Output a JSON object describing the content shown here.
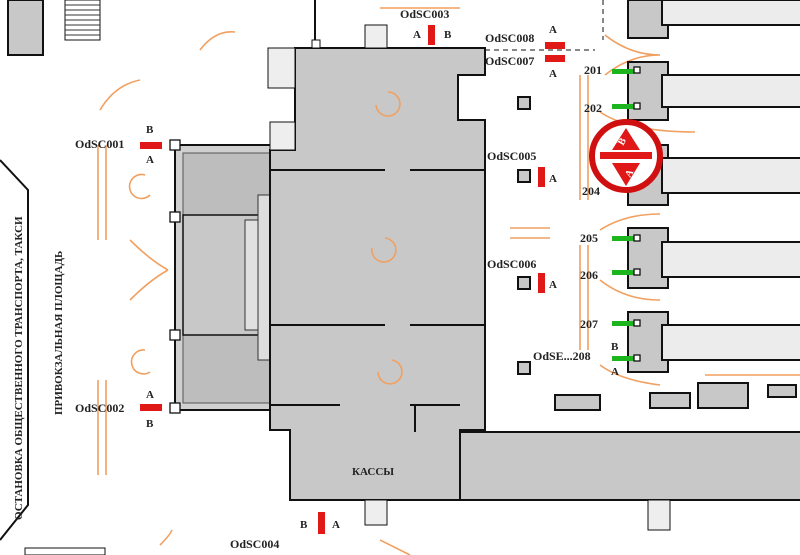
{
  "labels": {
    "stop": "ОСТАНОВКА ОБЩЕСТВЕННОГО ТРАНСПОРТА, ТАКСИ",
    "square": "ПРИВОКЗАЛЬНАЯ ПЛОЩАДЬ",
    "cashier": "КАССЫ"
  },
  "sensors": {
    "s1": "OdSC001",
    "s2": "OdSC002",
    "s3": "OdSC003",
    "s4": "OdSC004",
    "s5": "OdSC005",
    "s6": "OdSC006",
    "s7": "OdSC007",
    "s8": "OdSC008",
    "s208": "OdSE...208"
  },
  "gates": {
    "g201": "201",
    "g202": "202",
    "g204": "204",
    "g205": "205",
    "g206": "206",
    "g207": "207"
  },
  "sides": {
    "a": "A",
    "b": "B"
  },
  "colors": {
    "sensor": "#e01818",
    "gate": "#1db51d",
    "flow": "#f0a060",
    "building": "#c8c8c8"
  }
}
